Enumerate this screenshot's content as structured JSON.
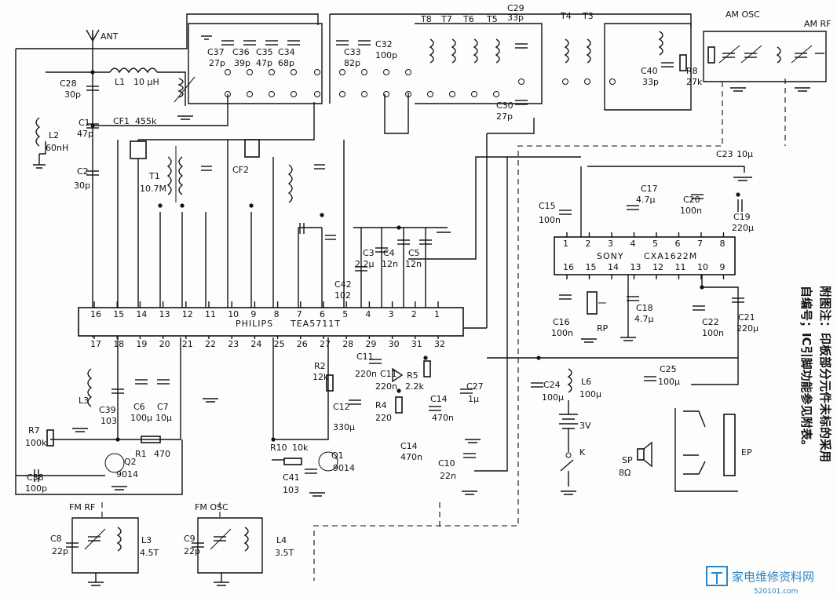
{
  "antenna": {
    "label": "ANT"
  },
  "ic1": {
    "brand": "PHILIPS",
    "model": "TEA5711T",
    "top_pins": [
      "16",
      "15",
      "14",
      "13",
      "12",
      "11",
      "10",
      "9",
      "8",
      "7",
      "6",
      "5",
      "4",
      "3",
      "2",
      "1"
    ],
    "bottom_pins": [
      "17",
      "18",
      "19",
      "20",
      "21",
      "22",
      "23",
      "24",
      "25",
      "26",
      "27",
      "28",
      "29",
      "30",
      "31",
      "32"
    ]
  },
  "ic2": {
    "brand": "SONY",
    "model": "CXA1622M",
    "top_pins": [
      "1",
      "2",
      "3",
      "4",
      "5",
      "6",
      "7",
      "8"
    ],
    "bottom_pins": [
      "16",
      "15",
      "14",
      "13",
      "12",
      "11",
      "10",
      "9"
    ]
  },
  "components": {
    "c28": [
      "C28",
      "30p"
    ],
    "l1": [
      "L1",
      "10 µH"
    ],
    "c1": [
      "C1",
      "47p"
    ],
    "l2": [
      "L2",
      "60nH"
    ],
    "cf1": [
      "CF1",
      "455k"
    ],
    "c2": [
      "C2",
      "30p"
    ],
    "t1": [
      "T1",
      "10.7M"
    ],
    "cf2": [
      "CF2",
      ""
    ],
    "c37": [
      "C37",
      "27p"
    ],
    "c36": [
      "C36",
      "39p"
    ],
    "c35": [
      "C35",
      "47p"
    ],
    "c34": [
      "C34",
      "68p"
    ],
    "c33": [
      "C33",
      "82p"
    ],
    "c32": [
      "C32",
      "100p"
    ],
    "c29": [
      "C29",
      "33p"
    ],
    "c30": [
      "C30",
      "27p"
    ],
    "c40": [
      "C40",
      "33p"
    ],
    "r8": [
      "R8",
      "27k"
    ],
    "c42": [
      "C42",
      "102"
    ],
    "c3": [
      "C3",
      "2.2µ"
    ],
    "c4": [
      "C4",
      "12n"
    ],
    "c5": [
      "C5",
      "12n"
    ],
    "c15": [
      "C15",
      "100n"
    ],
    "c17": [
      "C17",
      "4.7µ"
    ],
    "c20": [
      "C20",
      "100n"
    ],
    "c19": [
      "C19",
      "220µ"
    ],
    "c23": [
      "C23",
      "10µ"
    ],
    "c16": [
      "C16",
      "100n"
    ],
    "c18": [
      "C18",
      "4.7µ"
    ],
    "c22": [
      "C22",
      "100n"
    ],
    "c21": [
      "C21",
      "220µ"
    ],
    "rp": [
      "RP",
      ""
    ],
    "l3a": [
      "L3",
      ""
    ],
    "c39": [
      "C39",
      "103"
    ],
    "c6": [
      "C6",
      "100µ"
    ],
    "c7": [
      "C7",
      "10µ"
    ],
    "r2": [
      "R2",
      "12k"
    ],
    "c11a": [
      "C11",
      "220n"
    ],
    "c11b": [
      "C11",
      "220n"
    ],
    "r5": [
      "R5",
      "2.2k"
    ],
    "c12": [
      "C12",
      "330µ"
    ],
    "r4": [
      "R4",
      "220"
    ],
    "c14a": [
      "C14",
      "470n"
    ],
    "c27": [
      "C27",
      "1µ"
    ],
    "c14b": [
      "C14",
      "470n"
    ],
    "c10": [
      "C10",
      "22n"
    ],
    "c24": [
      "C24",
      "100µ"
    ],
    "l6": [
      "L6",
      "100µ"
    ],
    "c25": [
      "C25",
      "100µ"
    ],
    "r7": [
      "R7",
      "100k"
    ],
    "r1": [
      "R1",
      "470"
    ],
    "r10": [
      "R10",
      "10k"
    ],
    "q2": [
      "Q2",
      "9014"
    ],
    "q1": [
      "Q1",
      "9014"
    ],
    "c38": [
      "C38",
      "100p"
    ],
    "c41": [
      "C41",
      "103"
    ],
    "c8": [
      "C8",
      "22p"
    ],
    "l3b": [
      "L3",
      "4.5T"
    ],
    "c9": [
      "C9",
      "22p"
    ],
    "l4": [
      "L4",
      "3.5T"
    ],
    "battery": [
      "",
      "3V"
    ],
    "switch_k": [
      "K",
      ""
    ],
    "speaker": [
      "SP",
      "8Ω"
    ],
    "earphone": [
      "EP",
      ""
    ]
  },
  "tuning_labels": {
    "t8": "T8",
    "t7": "T7",
    "t6": "T6",
    "t5": "T5",
    "t4": "T4",
    "t3": "T3",
    "am_osc": "AM  OSC",
    "am_rf": "AM  RF",
    "fm_rf": "FM  RF",
    "fm_osc": "FM  OSC"
  },
  "note": {
    "title": "附图注：",
    "line1": "印板部分元件未标的采用",
    "line2": "自编号；IC引脚功能参见附表。"
  },
  "watermark": {
    "text": "家电维修资料网",
    "url": "520101.com"
  }
}
